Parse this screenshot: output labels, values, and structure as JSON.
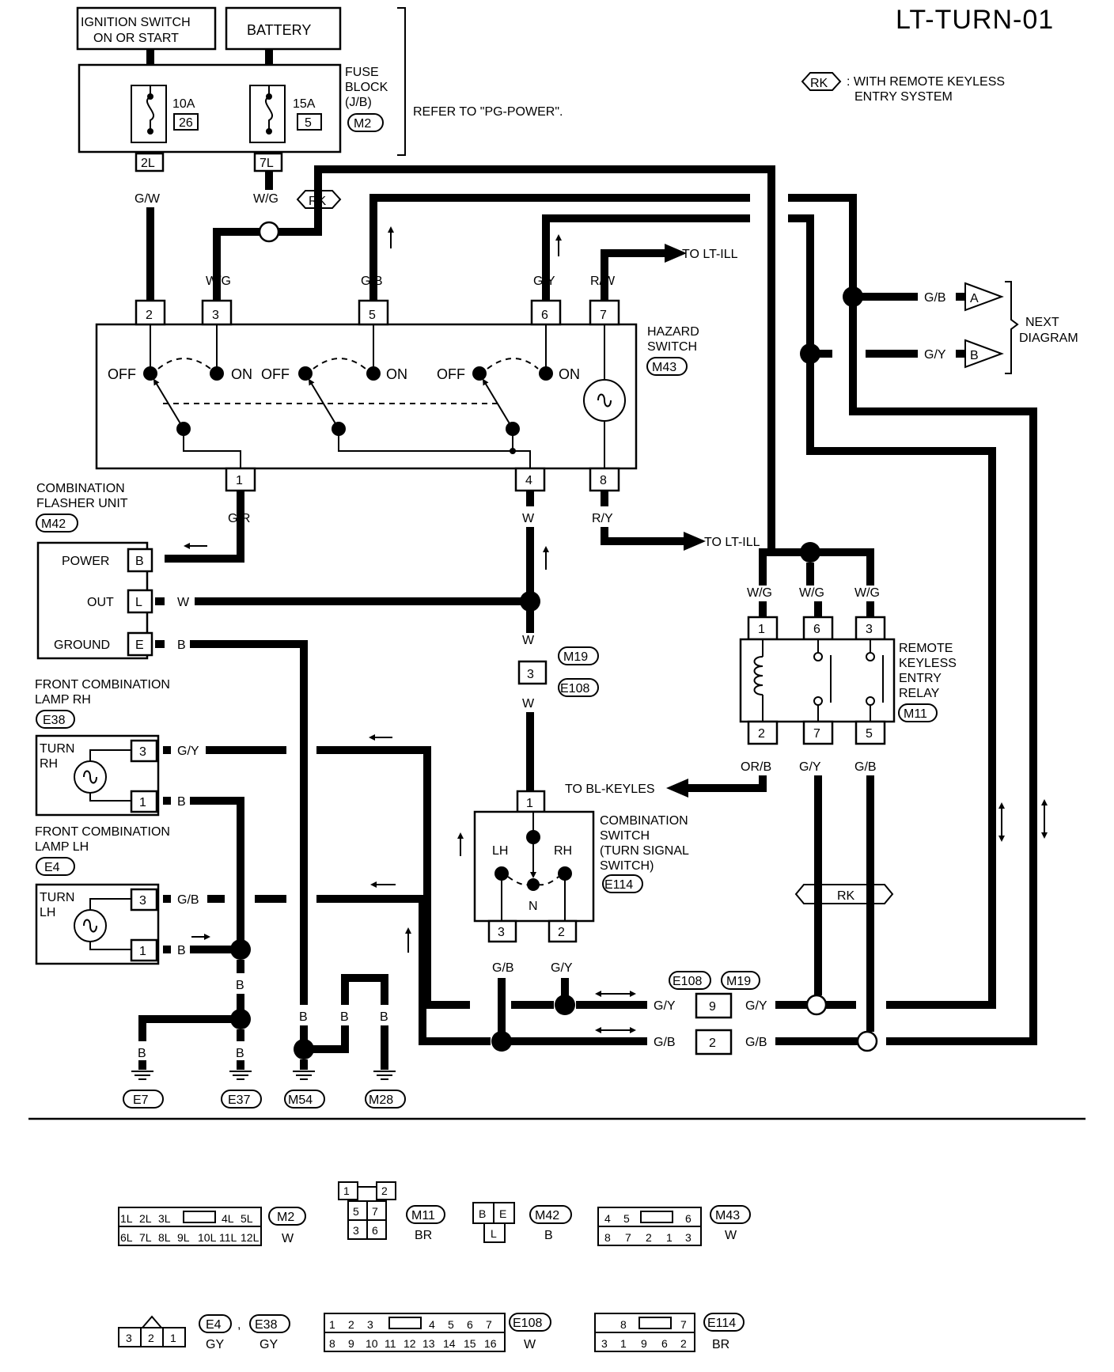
{
  "diagram_id": "LT-TURN-01",
  "legend": {
    "tag": "RK",
    "text_line1": ": WITH REMOTE KEYLESS",
    "text_line2": "ENTRY SYSTEM"
  },
  "power": {
    "ignition_line1": "IGNITION SWITCH",
    "ignition_line2": "ON OR START",
    "battery": "BATTERY",
    "fuse_block_line1": "FUSE",
    "fuse_block_line2": "BLOCK",
    "fuse_block_line3": "(J/B)",
    "fuse_block_conn": "M2",
    "refer": "REFER TO \"PG-POWER\".",
    "fuse1": {
      "amps": "10A",
      "num": "26",
      "terminal": "2L",
      "wire": "G/W"
    },
    "fuse2": {
      "amps": "15A",
      "num": "5",
      "terminal": "7L",
      "wire": "W/G"
    }
  },
  "hazard_switch": {
    "label_line1": "HAZARD",
    "label_line2": "SWITCH",
    "conn": "M43",
    "top_pins": [
      "2",
      "3",
      "5",
      "6",
      "7"
    ],
    "top_wires": [
      "W/G",
      "G/B",
      "G/Y",
      "R/W"
    ],
    "bottom_pins": [
      "1",
      "4",
      "8"
    ],
    "bottom_wires": [
      "G/R",
      "W",
      "R/Y"
    ],
    "off": "OFF",
    "on": "ON",
    "to_lt_ill": "TO LT-ILL"
  },
  "next_diagram": {
    "label_line1": "NEXT",
    "label_line2": "DIAGRAM",
    "a": {
      "wire": "G/B",
      "tag": "A"
    },
    "b": {
      "wire": "G/Y",
      "tag": "B"
    }
  },
  "flasher": {
    "label_line1": "COMBINATION",
    "label_line2": "FLASHER UNIT",
    "conn": "M42",
    "power": "POWER",
    "out": "OUT",
    "ground": "GROUND",
    "pin_power": "B",
    "pin_out": "L",
    "pin_ground": "E",
    "wire_out": "W",
    "wire_ground": "B"
  },
  "junction_m19": {
    "conn1": "M19",
    "conn2": "E108",
    "pin": "3",
    "wire_top": "W",
    "wire_bottom": "W"
  },
  "front_rh": {
    "label_line1": "FRONT COMBINATION",
    "label_line2": "LAMP RH",
    "conn": "E38",
    "turn": "TURN",
    "side": "RH",
    "pin3": "3",
    "pin1": "1",
    "wire3": "G/Y",
    "wire1": "B"
  },
  "front_lh": {
    "label_line1": "FRONT COMBINATION",
    "label_line2": "LAMP LH",
    "conn": "E4",
    "turn": "TURN",
    "side": "LH",
    "pin3": "3",
    "pin1": "1",
    "wire3": "G/B",
    "wire1": "B"
  },
  "combination_switch": {
    "label_line1": "COMBINATION",
    "label_line2": "SWITCH",
    "label_line3": "(TURN SIGNAL",
    "label_line4": "SWITCH)",
    "conn": "E114",
    "lh": "LH",
    "rh": "RH",
    "n": "N",
    "pin1": "1",
    "pin3": "3",
    "pin2": "2",
    "wire3": "G/B",
    "wire2": "G/Y",
    "to_bl": "TO BL-KEYLES"
  },
  "relay": {
    "label_line1": "REMOTE",
    "label_line2": "KEYLESS",
    "label_line3": "ENTRY",
    "label_line4": "RELAY",
    "conn": "M11",
    "top_pins": [
      "1",
      "6",
      "3"
    ],
    "top_wires": [
      "W/G",
      "W/G",
      "W/G"
    ],
    "bottom_pins": [
      "2",
      "7",
      "5"
    ],
    "bottom_wires": [
      "OR/B",
      "G/Y",
      "G/B"
    ],
    "rk": "RK"
  },
  "bottom_conn": {
    "conn1": "E108",
    "conn2": "M19",
    "pin9": "9",
    "pin2": "2",
    "gy": "G/Y",
    "gb": "G/B"
  },
  "grounds": {
    "wire": "B",
    "labels": [
      "E7",
      "E37",
      "M54",
      "M28"
    ]
  },
  "connectors": {
    "m2": {
      "row1": [
        "1L",
        "2L",
        "3L",
        "4L",
        "5L"
      ],
      "row2": [
        "6L",
        "7L",
        "8L",
        "9L",
        "10L",
        "11L",
        "12L"
      ],
      "name": "M2",
      "color": "W"
    },
    "m11": {
      "row0": [
        "1",
        "2"
      ],
      "row1": [
        "5",
        "7"
      ],
      "row2": [
        "3",
        "6"
      ],
      "name": "M11",
      "color": "BR"
    },
    "m42": {
      "row1": [
        "B",
        "E"
      ],
      "row2": [
        "L"
      ],
      "name": "M42",
      "color": "B"
    },
    "m43": {
      "row1": [
        "4",
        "5",
        "6"
      ],
      "row2": [
        "8",
        "7",
        "2",
        "1",
        "3"
      ],
      "name": "M43",
      "color": "W"
    },
    "e4": {
      "pins": [
        "3",
        "2",
        "1"
      ],
      "name1": "E4",
      "name2": "E38",
      "color1": "GY",
      "color2": "GY",
      "sep": ","
    },
    "e108": {
      "row1": [
        "1",
        "2",
        "3",
        "4",
        "5",
        "6",
        "7"
      ],
      "row2": [
        "8",
        "9",
        "10",
        "11",
        "12",
        "13",
        "14",
        "15",
        "16"
      ],
      "name": "E108",
      "color": "W"
    },
    "e114": {
      "row1": [
        "8",
        "7"
      ],
      "row2": [
        "3",
        "1",
        "9",
        "6",
        "2"
      ],
      "name": "E114",
      "color": "BR"
    }
  }
}
